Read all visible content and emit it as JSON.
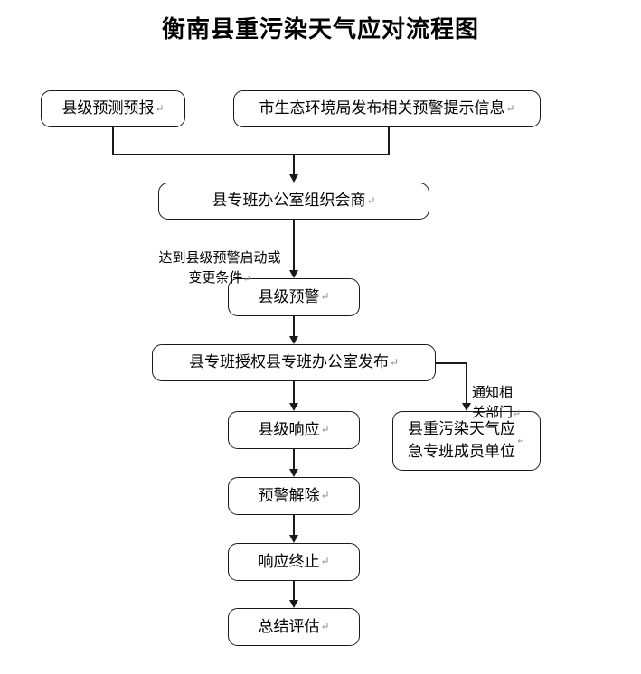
{
  "document": {
    "title": "衡南县重污染天气应对流程图",
    "return_mark": "↵",
    "ink_color": "#1a1a1a",
    "background_color": "#ffffff",
    "mark_color": "#8a8a8a"
  },
  "nodes": {
    "county_forecast": {
      "label": "县级预测预报"
    },
    "city_bureau_notice": {
      "label": "市生态环境局发布相关预警提示信息"
    },
    "special_office_consult": {
      "label": "县专班办公室组织会商"
    },
    "county_warning": {
      "label": "县级预警"
    },
    "authorize_release": {
      "label": "县专班授权县专班办公室发布"
    },
    "member_units": {
      "label": "县重污染天气应\n急专班成员单位"
    },
    "county_response": {
      "label": "县级响应"
    },
    "warning_lifted": {
      "label": "预警解除"
    },
    "response_terminated": {
      "label": "响应终止"
    },
    "summary_assessment": {
      "label": "总结评估"
    }
  },
  "edge_labels": {
    "trigger_condition": "达到县级预警启动或\n变更条件",
    "notify_departments": "通知相\n关部门"
  }
}
